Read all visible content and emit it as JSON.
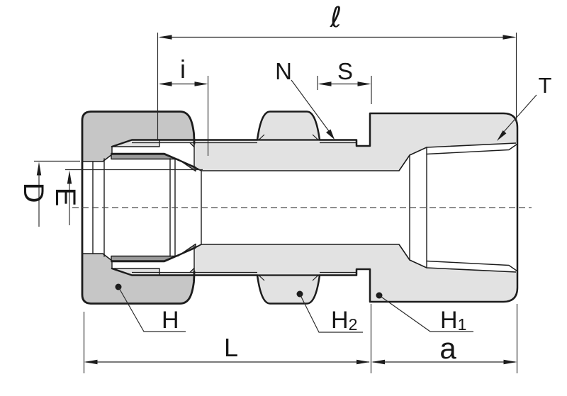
{
  "drawing": {
    "colors": {
      "background": "#ffffff",
      "line": "#1c1c1c",
      "nut_gray": "#c6c6c6",
      "body_gray": "#e2e2e2",
      "ferrule_gray": "#9a9a9a",
      "white": "#ffffff"
    },
    "dim_labels": {
      "ell": "ℓ",
      "i": "i",
      "n": "N",
      "s": "S",
      "t": "T",
      "d": "D",
      "e": "E",
      "l": "L",
      "a": "a"
    },
    "hex_labels": {
      "h": "H",
      "h1_base": "H",
      "h1_sub": "1",
      "h2_base": "H",
      "h2_sub": "2"
    }
  }
}
